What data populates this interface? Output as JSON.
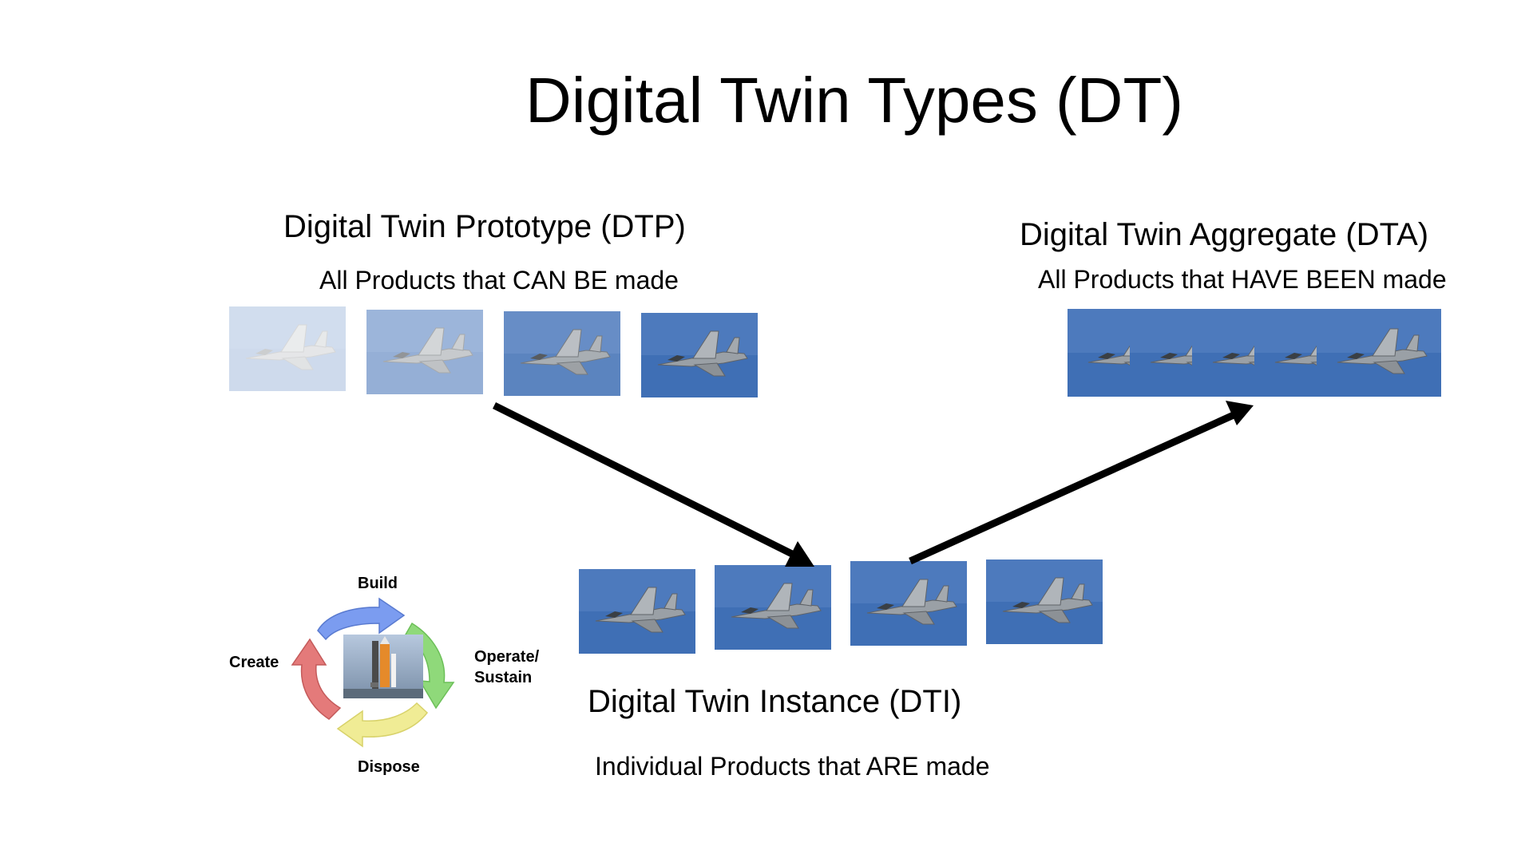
{
  "slide": {
    "title": "Digital Twin Types (DT)"
  },
  "dtp": {
    "heading": "Digital Twin Prototype (DTP)",
    "description": "All Products that CAN BE made",
    "image_fades": [
      0.25,
      0.55,
      0.85,
      1.0
    ]
  },
  "dta": {
    "heading": "Digital Twin Aggregate (DTA)",
    "description": "All Products that HAVE BEEN made",
    "stack_count": 5
  },
  "dti": {
    "heading": "Digital Twin Instance (DTI)",
    "description": "Individual Products that ARE made",
    "image_count": 4
  },
  "lifecycle": {
    "build": "Build",
    "operate": "Operate/",
    "sustain": "Sustain",
    "dispose": "Dispose",
    "create": "Create",
    "arrow_colors": {
      "build": "#7b9cf0",
      "operate": "#8fd97a",
      "dispose": "#f0ec95",
      "create": "#e47a7a"
    }
  },
  "colors": {
    "sky": "#3f6fb5",
    "arrow": "#000000",
    "text": "#000000"
  }
}
